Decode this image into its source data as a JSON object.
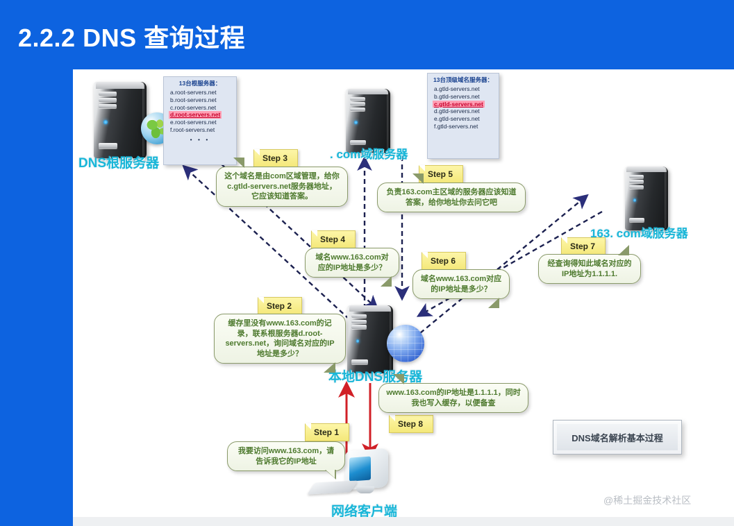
{
  "slide": {
    "title": "2.2.2 DNS 查询过程",
    "background_color": "#0d63e0",
    "canvas_color": "#ffffff"
  },
  "devices": [
    {
      "id": "root",
      "label": "DNS根服务器"
    },
    {
      "id": "com",
      "label": ". com域服务器"
    },
    {
      "id": "163",
      "label": "163. com域服务器"
    },
    {
      "id": "local",
      "label": "本地DNS服务器"
    },
    {
      "id": "client",
      "label": "网络客户端"
    }
  ],
  "root_list": {
    "title": "13台根服务器：",
    "items": [
      "a.root-servers.net",
      "b.root-servers.net",
      "c.root-servers.net",
      "d.root-servers.net",
      "e.root-servers.net",
      "f.root-servers.net"
    ],
    "highlight_index": 3,
    "highlight_color": "#c6002b",
    "highlight_background": "#ff9fb4",
    "dots": "• • •"
  },
  "gtld_list": {
    "title": "13台顶级域名服务器：",
    "items": [
      "a.gtld-servers.net",
      "b.gtld-servers.net",
      "c.gtld-servers.net",
      "d.gtld-servers.net",
      "e.gtld-servers.net",
      "f.gtld-servers.net"
    ],
    "highlight_index": 2,
    "highlight_color": "#c6002b",
    "highlight_background": "#ff9fb4"
  },
  "steps": [
    {
      "id": 1,
      "tab": "Step 1",
      "text": "我要访问www.163.com，请告诉我它的IP地址"
    },
    {
      "id": 2,
      "tab": "Step 2",
      "text": "缓存里没有www.163.com的记录，联系根服务器d.root-servers.net，询问域名对应的IP地址是多少？"
    },
    {
      "id": 3,
      "tab": "Step 3",
      "text": "这个域名是由com区域管理，给你c.gtld-servers.net服务器地址，它应该知道答案。"
    },
    {
      "id": 4,
      "tab": "Step 4",
      "text": "域名www.163.com对应的IP地址是多少？"
    },
    {
      "id": 5,
      "tab": "Step 5",
      "text": "负责163.com主区域的服务器应该知道答案，给你地址你去问它吧"
    },
    {
      "id": 6,
      "tab": "Step 6",
      "text": "域名www.163.com对应的IP地址是多少？"
    },
    {
      "id": 7,
      "tab": "Step 7",
      "text": "经查询得知此域名对应的IP地址为1.1.1.1."
    },
    {
      "id": 8,
      "tab": "Step 8",
      "text": "www.163.com的IP地址是1.1.1.1，同时我也写入缓存，以便备查"
    }
  ],
  "caption_box": {
    "text": "DNS域名解析基本过程"
  },
  "watermark": {
    "text": "@稀土掘金技术社区"
  },
  "colors": {
    "slide_blue": "#0d63e0",
    "device_label_cyan": "#18b6d8",
    "bubble_text_green": "#4e7a2e",
    "step_tab_yellow": "#f4e87a",
    "arrow_navy": "#2b2f7a",
    "arrow_red": "#d12027"
  }
}
